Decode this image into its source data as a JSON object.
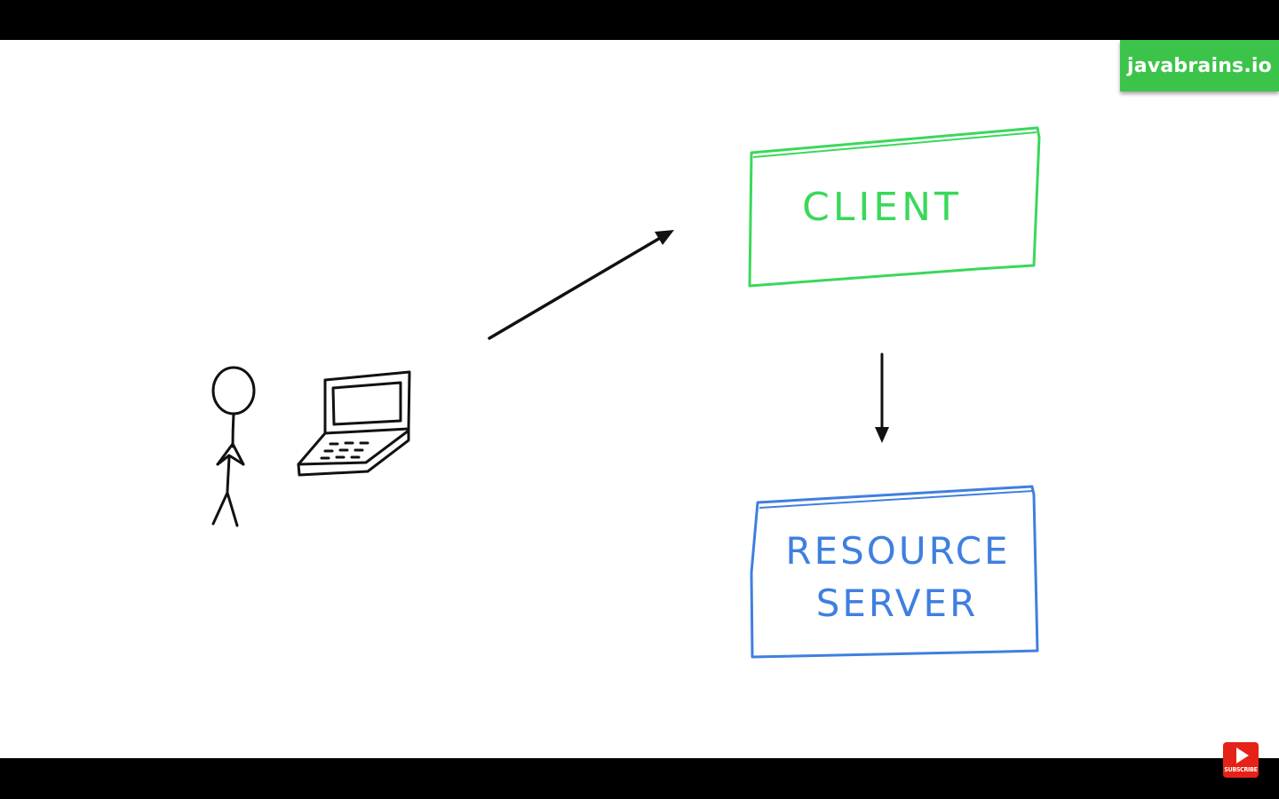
{
  "brand": {
    "label": "javabrains.io",
    "color": "#3cc44a"
  },
  "diagram": {
    "client_label": "CLIENT",
    "client_color": "#3ad85a",
    "resource_server_label_line1": "RESOURCE",
    "resource_server_label_line2": "SERVER",
    "resource_server_color": "#3f7fe0",
    "ink_color": "#111111"
  },
  "subscribe": {
    "label": "SUBSCRIBE",
    "icon": "play-icon",
    "color": "#e62117"
  }
}
